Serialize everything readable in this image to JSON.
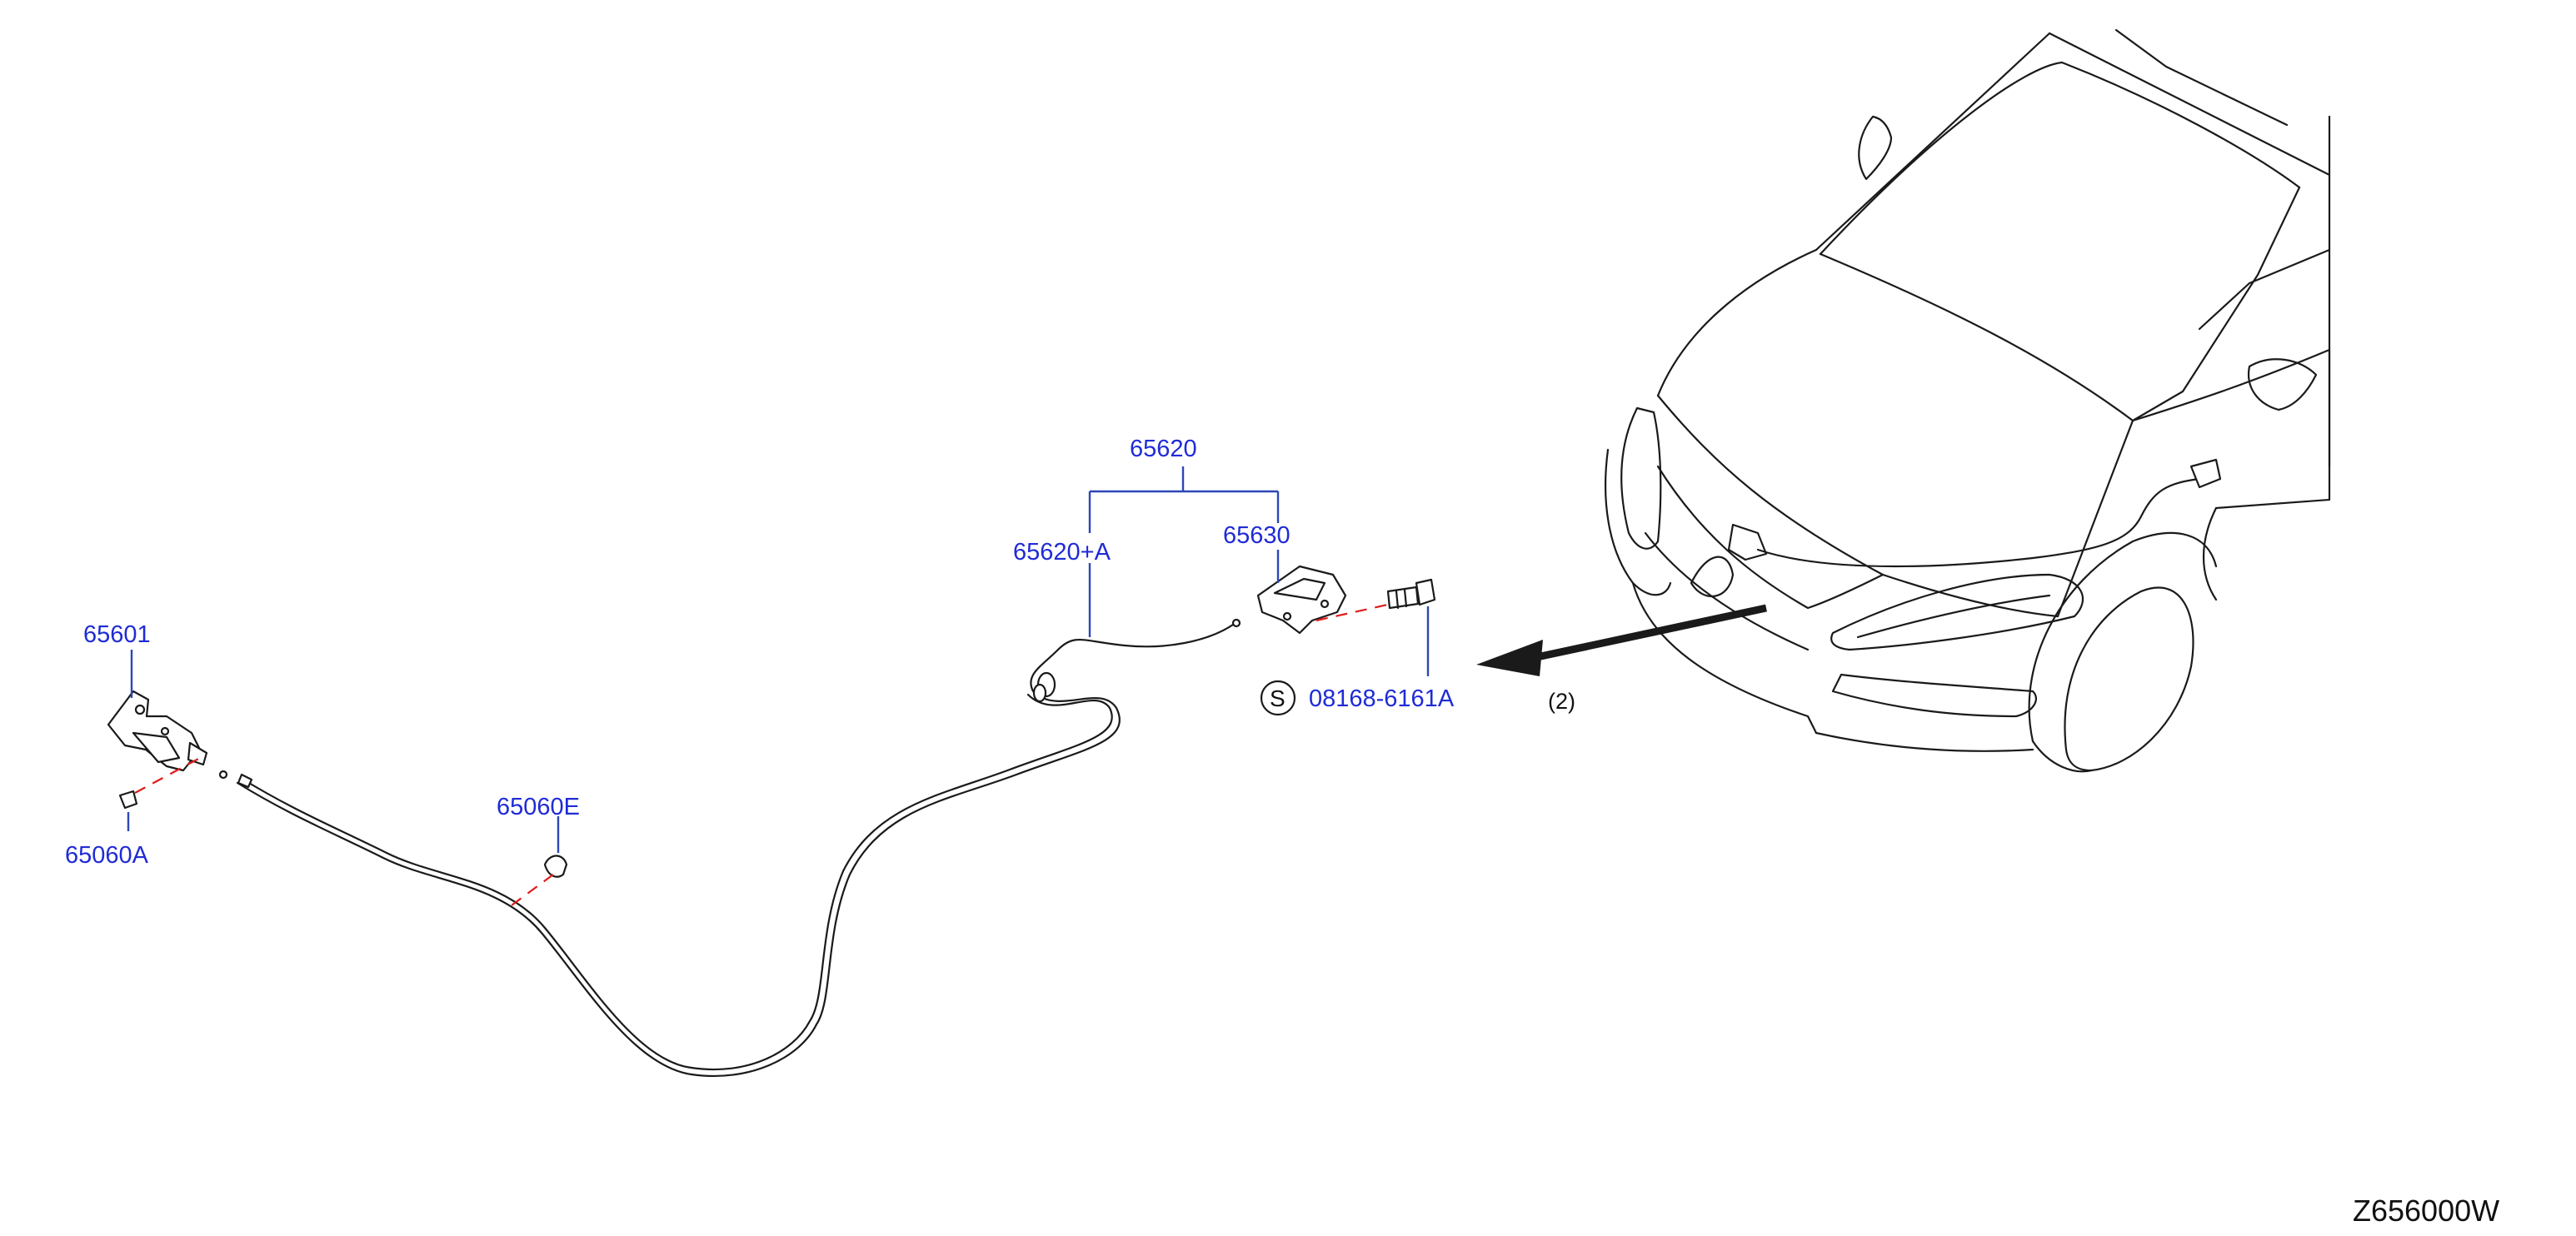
{
  "labels": {
    "p65601": "65601",
    "p65060a": "65060A",
    "p65060e": "65060E",
    "p65620": "65620",
    "p65620a": "65620+A",
    "p65630": "65630",
    "bolt": "08168-6161A",
    "bolt_symbol": "S",
    "quantity": "(2)"
  },
  "diagram_code": "Z656000W",
  "colors": {
    "part_number_text": "#1f2bd6",
    "leader_line": "#2c47b8",
    "alignment_dash": "#e11b1b",
    "line_art": "#1a1a1a"
  }
}
